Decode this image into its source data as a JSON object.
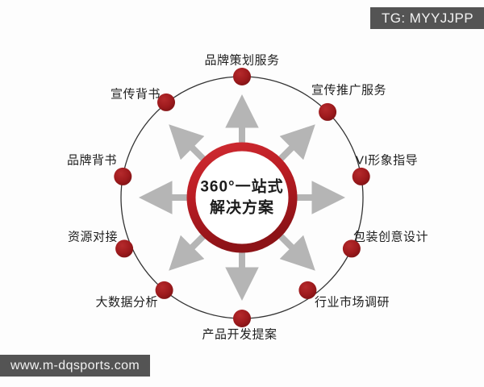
{
  "watermarks": {
    "telegram_badge": "TG: MYYJJPP",
    "site_badge": "www.m-dqsports.com"
  },
  "diagram": {
    "type": "radial-hub-and-spoke",
    "center": {
      "line1": "360°一站式",
      "line2": "解决方案"
    },
    "colors": {
      "ring_red": "#c0202a",
      "ring_red_dark": "#8e1418",
      "node_red": "#a21c1f",
      "arrow_gray": "#b3b3b3",
      "outer_circle": "#2b2b2b",
      "label_text": "#1f1f1f",
      "badge_bg": "#545454",
      "background": "#fdfdfd"
    },
    "nodes": [
      {
        "label": "品牌策划服务",
        "angle_deg": 270,
        "align": "center-top"
      },
      {
        "label": "宣传推广服务",
        "angle_deg": 315,
        "align": "right-side"
      },
      {
        "label": "VI形象指导",
        "angle_deg": 350,
        "align": "right-side"
      },
      {
        "label": "包装创意设计",
        "angle_deg": 25,
        "align": "right-side"
      },
      {
        "label": "行业市场调研",
        "angle_deg": 50,
        "align": "right-side"
      },
      {
        "label": "产品开发提案",
        "angle_deg": 90,
        "align": "center-bottom"
      },
      {
        "label": "大数据分析",
        "angle_deg": 130,
        "align": "left-side"
      },
      {
        "label": "资源对接",
        "angle_deg": 155,
        "align": "left-side"
      },
      {
        "label": "品牌背书",
        "angle_deg": 190,
        "align": "left-side"
      },
      {
        "label": "宣传背书",
        "angle_deg": 225,
        "align": "left-side"
      }
    ],
    "arrow_count": 8,
    "arrow_angles_deg": [
      270,
      315,
      0,
      45,
      90,
      135,
      180,
      225
    ]
  }
}
